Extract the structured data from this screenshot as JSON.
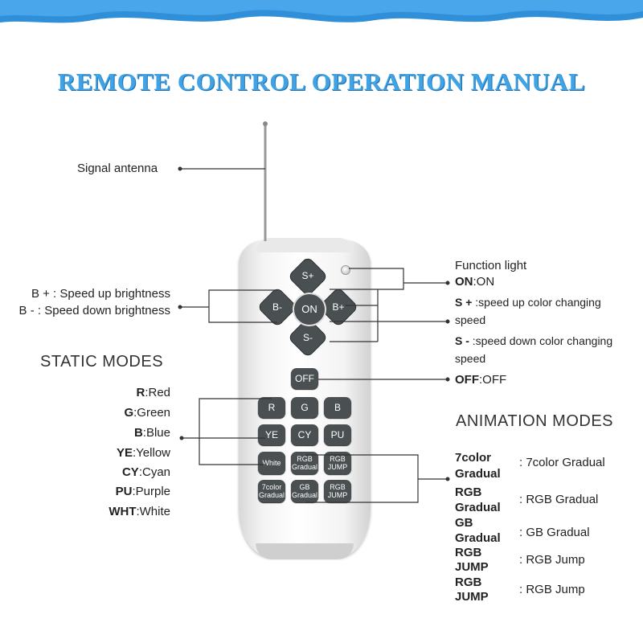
{
  "title": "REMOTE CONTROL OPERATION MANUAL",
  "colors": {
    "title": "#3fa3e6",
    "wave": "#2f8fd8",
    "button": "#4a4f52"
  },
  "left": {
    "antenna": "Signal antenna",
    "bplus": "B + : Speed up brightness",
    "bminus": "B - : Speed down brightness",
    "static_heading": "STATIC MODES",
    "static_modes": [
      {
        "code": "R",
        "text": ":Red"
      },
      {
        "code": "G",
        "text": ":Green"
      },
      {
        "code": "B",
        "text": ":Blue"
      },
      {
        "code": "YE",
        "text": ":Yellow"
      },
      {
        "code": "CY",
        "text": ":Cyan"
      },
      {
        "code": "PU",
        "text": ":Purple"
      },
      {
        "code": "WHT",
        "text": ":White"
      }
    ]
  },
  "right": {
    "function_light": "Function light",
    "on_code": "ON",
    "on_text": ":ON",
    "splus_code": "S +",
    "splus_text": " :speed up color changing",
    "splus_text2": "speed",
    "sminus_code": "S - ",
    "sminus_text": ":speed down color changing",
    "sminus_text2": "speed",
    "off_code": "OFF",
    "off_text": ":OFF",
    "anim_heading": "ANIMATION MODES",
    "anim_modes": [
      {
        "l1": "7color",
        "l2": "Gradual",
        "desc": "7color Gradual"
      },
      {
        "l1": "RGB",
        "l2": "Gradual",
        "desc": "RGB Gradual"
      },
      {
        "l1": "GB",
        "l2": "Gradual",
        "desc": "GB Gradual"
      },
      {
        "l1": "RGB",
        "l2": "JUMP",
        "desc": "RGB Jump"
      },
      {
        "l1": "RGB",
        "l2": "JUMP",
        "desc": "RGB Jump"
      }
    ]
  },
  "remote": {
    "splus": "S+",
    "sminus": "S-",
    "bminus": "B-",
    "bplus": "B+",
    "on": "ON",
    "off": "OFF",
    "row1": [
      "R",
      "G",
      "B"
    ],
    "row2": [
      "YE",
      "CY",
      "PU"
    ],
    "white": "White",
    "rgb_gradual": [
      "RGB",
      "Gradual"
    ],
    "rgb_jump": [
      "RGB",
      "JUMP"
    ],
    "color7": [
      "7color",
      "Gradual"
    ],
    "gb_gradual": [
      "GB",
      "Gradual"
    ],
    "rgb_jump2": [
      "RGB",
      "JUMP"
    ]
  }
}
